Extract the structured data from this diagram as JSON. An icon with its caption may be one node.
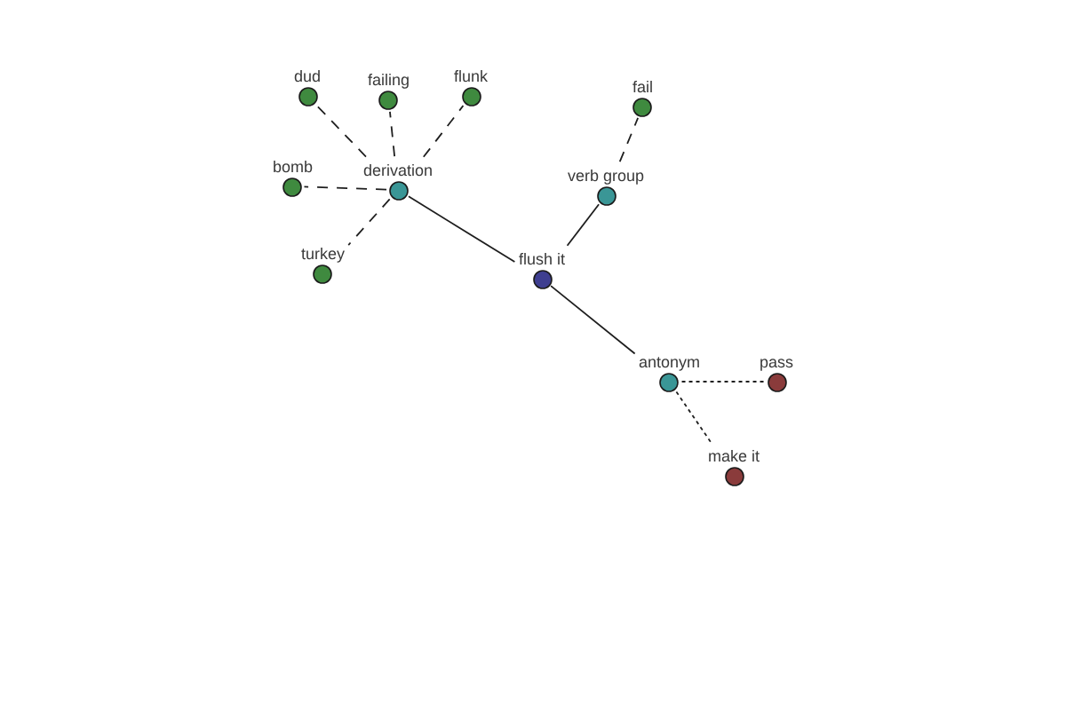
{
  "diagram": {
    "nodes": [
      {
        "text": [
          "dud"
        ]
      },
      {
        "text": [
          "failing"
        ]
      },
      {
        "text": [
          "flunk"
        ]
      },
      {
        "text": [
          "fail"
        ]
      },
      {
        "text": [
          "bomb"
        ]
      },
      {
        "text": [
          "derivation"
        ]
      },
      {
        "text": [
          "verb group"
        ]
      },
      {
        "text": [
          "turkey"
        ]
      },
      {
        "text": [
          "flush it"
        ]
      },
      {
        "text": [
          "antonym"
        ]
      },
      {
        "text": [
          "pass"
        ]
      },
      {
        "text": [
          "make it"
        ]
      }
    ],
    "edges": [
      {
        "from": 8,
        "to": 5,
        "arrow": "none"
      },
      {
        "from": 8,
        "to": 6,
        "arrow": "none"
      },
      {
        "from": 8,
        "to": 9,
        "arrow": "none"
      },
      {
        "from": 5,
        "to": 0,
        "arrow": "none",
        "style": "dashed"
      },
      {
        "from": 5,
        "to": 1,
        "arrow": "none",
        "style": "dashed"
      },
      {
        "from": 5,
        "to": 2,
        "arrow": "none",
        "style": "dashed"
      },
      {
        "from": 5,
        "to": 4,
        "arrow": "none",
        "style": "dashed"
      },
      {
        "from": 5,
        "to": 7,
        "arrow": "none",
        "style": "dashed"
      },
      {
        "from": 6,
        "to": 3,
        "arrow": "none",
        "style": "dashed"
      },
      {
        "from": 9,
        "to": 10,
        "arrow": "none",
        "style": "dashed"
      },
      {
        "from": 9,
        "to": 11,
        "arrow": "none",
        "style": "dashed"
      }
    ]
  }
}
